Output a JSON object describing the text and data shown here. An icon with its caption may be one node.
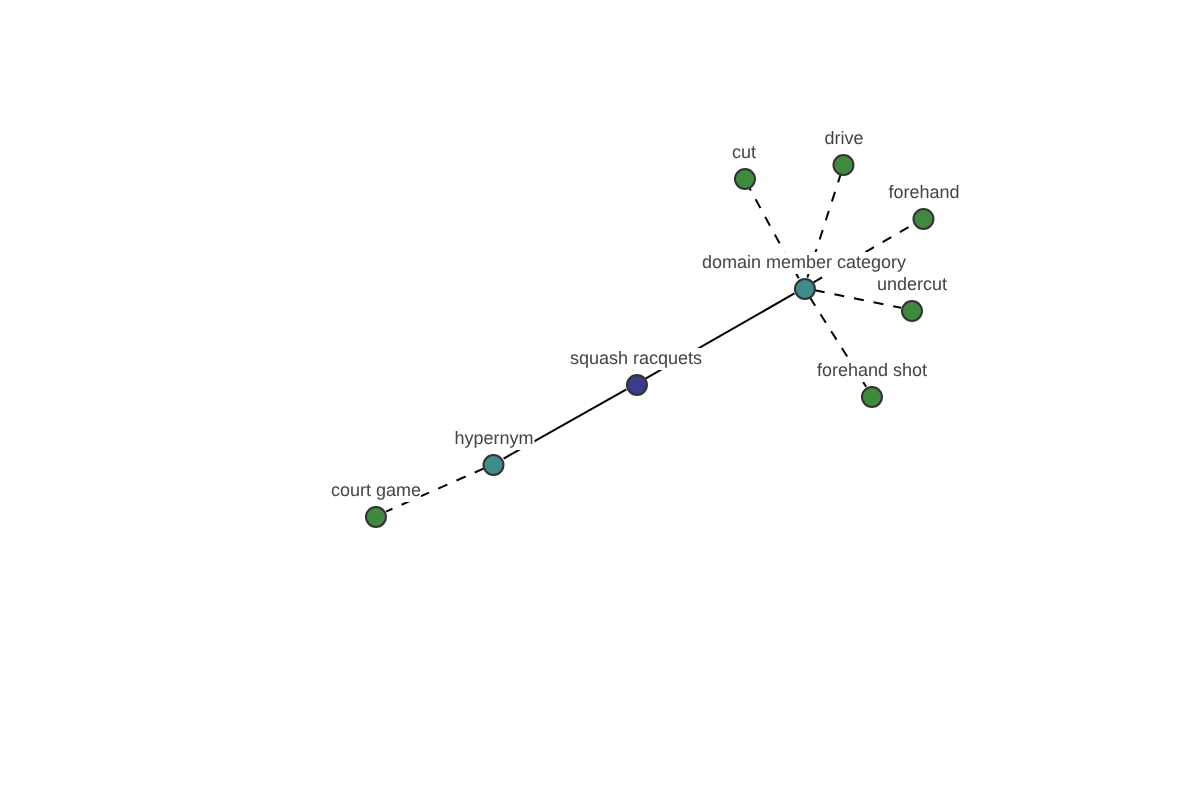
{
  "diagram": {
    "nodes": [
      {
        "text": [
          "cut"
        ]
      },
      {
        "text": [
          "drive"
        ]
      },
      {
        "text": [
          "forehand"
        ]
      },
      {
        "text": [
          "domain member category"
        ]
      },
      {
        "text": [
          "undercut"
        ]
      },
      {
        "text": [
          "forehand shot"
        ]
      },
      {
        "text": [
          "squash racquets"
        ]
      },
      {
        "text": [
          "hypernym"
        ]
      },
      {
        "text": [
          "court game"
        ]
      }
    ],
    "edges": [
      {
        "from": 6,
        "to": 7,
        "arrow": "none"
      },
      {
        "from": 7,
        "to": 8,
        "arrow": "none",
        "style": "dashed"
      },
      {
        "from": 6,
        "to": 3,
        "arrow": "none"
      },
      {
        "from": 3,
        "to": 0,
        "arrow": "none",
        "style": "dashed"
      },
      {
        "from": 3,
        "to": 1,
        "arrow": "none",
        "style": "dashed"
      },
      {
        "from": 3,
        "to": 2,
        "arrow": "none",
        "style": "dashed"
      },
      {
        "from": 3,
        "to": 4,
        "arrow": "none",
        "style": "dashed"
      },
      {
        "from": 3,
        "to": 5,
        "arrow": "none",
        "style": "dashed"
      }
    ]
  }
}
